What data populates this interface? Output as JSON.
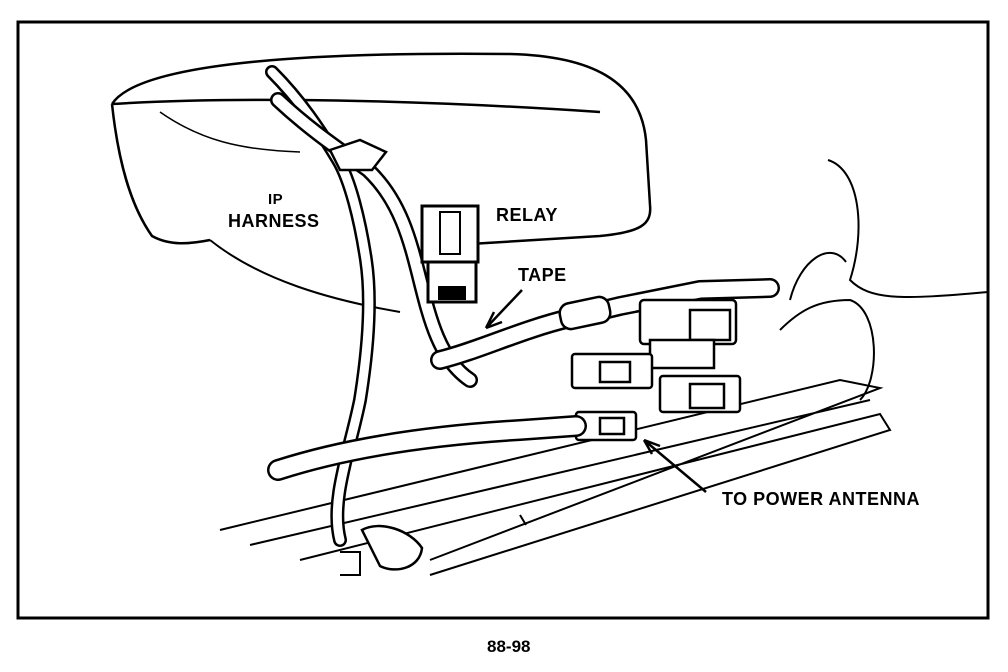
{
  "labels": {
    "ip": "IP",
    "harness": "HARNESS",
    "relay": "RELAY",
    "tape": "TAPE",
    "to_power_antenna": "TO POWER ANTENNA"
  },
  "figure_number": "88-98",
  "colors": {
    "ink": "#000000",
    "paper": "#ffffff"
  }
}
